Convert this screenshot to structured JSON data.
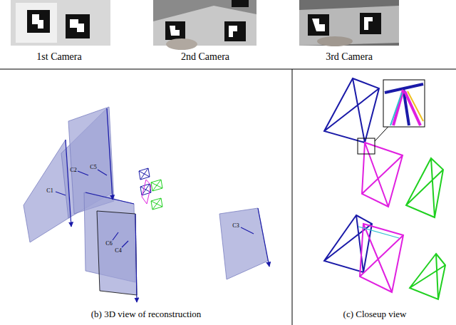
{
  "diagram": {
    "labels": [
      "1st Camera",
      "2nd Camera",
      "3rd Camera",
      "C1",
      "C2",
      "C5",
      "C6",
      "C4",
      "C3",
      "(b) 3D view of reconstruction",
      "(c) Closeup view"
    ]
  }
}
